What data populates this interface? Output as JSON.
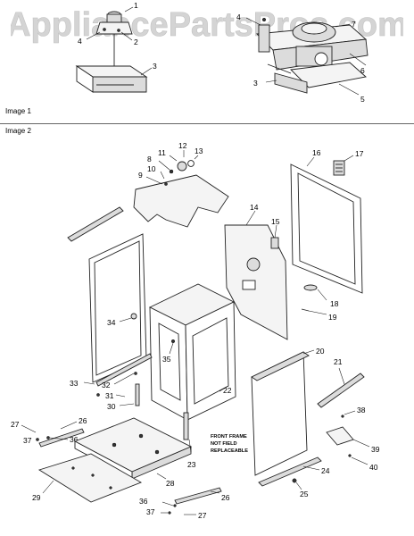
{
  "watermark": {
    "text": "AppliancePartsPros.com"
  },
  "sections": [
    {
      "label": "Image 1"
    },
    {
      "label": "Image 2"
    }
  ],
  "image1": {
    "callouts": [
      "1",
      "4",
      "2",
      "3",
      "4",
      "7",
      "6",
      "3",
      "5"
    ]
  },
  "image2": {
    "callouts": [
      "12",
      "11",
      "13",
      "8",
      "10",
      "9",
      "16",
      "17",
      "14",
      "15",
      "18",
      "19",
      "34",
      "35",
      "20",
      "21",
      "33",
      "32",
      "31",
      "30",
      "22",
      "27",
      "26",
      "37",
      "36",
      "23",
      "38",
      "39",
      "40",
      "24",
      "25",
      "28",
      "29",
      "26",
      "36",
      "37",
      "27"
    ],
    "note": [
      "FRONT FRAME",
      "NOT FIELD",
      "REPLACEABLE"
    ]
  },
  "colors": {
    "watermark": "#d4d4d4",
    "line": "#222222",
    "rule": "#666666"
  }
}
